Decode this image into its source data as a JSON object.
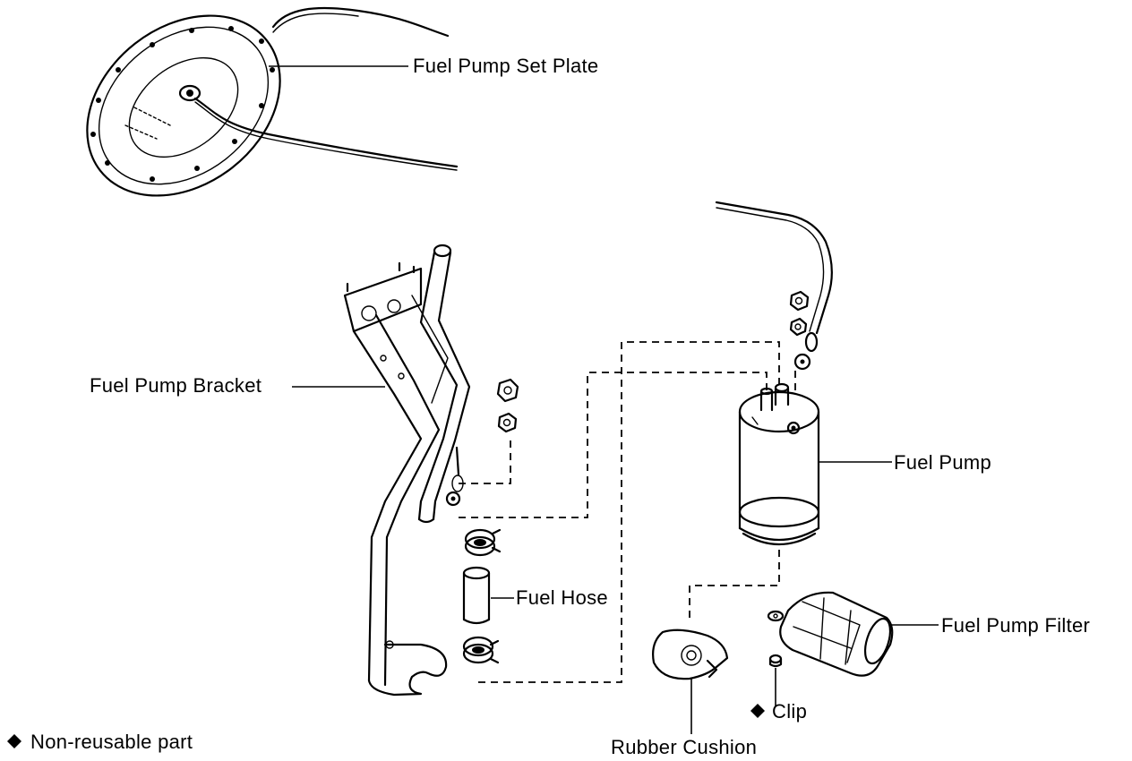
{
  "labels": {
    "set_plate": "Fuel Pump Set Plate",
    "bracket": "Fuel Pump Bracket",
    "pump": "Fuel Pump",
    "hose": "Fuel Hose",
    "filter": "Fuel Pump Filter",
    "clip": "Clip",
    "cushion": "Rubber Cushion",
    "legend": "Non-reusable part"
  },
  "legend_symbol": "diamond",
  "colors": {
    "ink": "#000000",
    "paper": "#ffffff"
  }
}
